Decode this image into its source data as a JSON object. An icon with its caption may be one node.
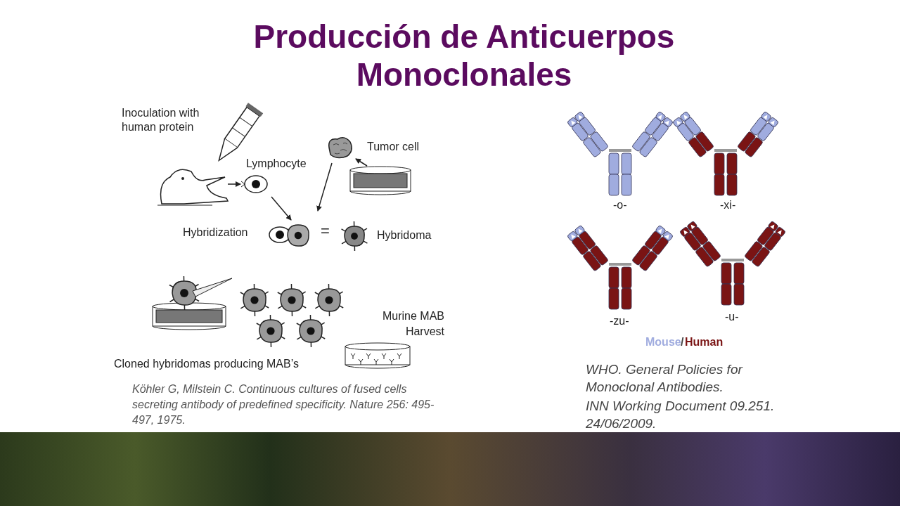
{
  "diagram": {
    "title": "Producción de Anticuerpos Monoclonales",
    "nodes": [
      {
        "text": [],
        "shape": "picture"
      },
      {
        "text": [],
        "shape": "picture",
        "beside": [
          "Lymphocyte"
        ]
      },
      {
        "text": [],
        "shape": "picture",
        "beside": [
          "Tumor cell"
        ]
      },
      {
        "text": [],
        "shape": "picture"
      },
      {
        "text": [],
        "shape": "picture",
        "beside": [
          "Hybridization"
        ]
      },
      {
        "text": [],
        "shape": "picture",
        "beside": [
          "Hybridoma"
        ]
      }
    ],
    "edges": [
      {
        "from": 0,
        "to": 1,
        "arrow": "to"
      },
      {
        "from": 1,
        "to": 4,
        "arrow": "to"
      },
      {
        "from": 3,
        "to": 2,
        "arrow": "to"
      },
      {
        "from": 2,
        "to": 4,
        "arrow": "to"
      }
    ],
    "labels": [
      "Inoculation with human protein",
      "=",
      "Murine MAB Harvest",
      "Cloned hybridomas producing MAB’s",
      "Köhler G, Milstein C.  Continuous cultures of fused cells secreting antibody of predefined specificity. Nature 256: 495-497, 1975.",
      "-o-",
      "-xi-",
      "-zu-",
      "-u-",
      "/",
      "WHO. General Policies for Monoclonal Antibodies.",
      "INN Working Document 09.251. 24/06/2009."
    ],
    "legend": [
      {
        "text": "Mouse",
        "color": "#a0acdf"
      },
      {
        "text": "Human",
        "color": "#7a1414"
      }
    ]
  }
}
